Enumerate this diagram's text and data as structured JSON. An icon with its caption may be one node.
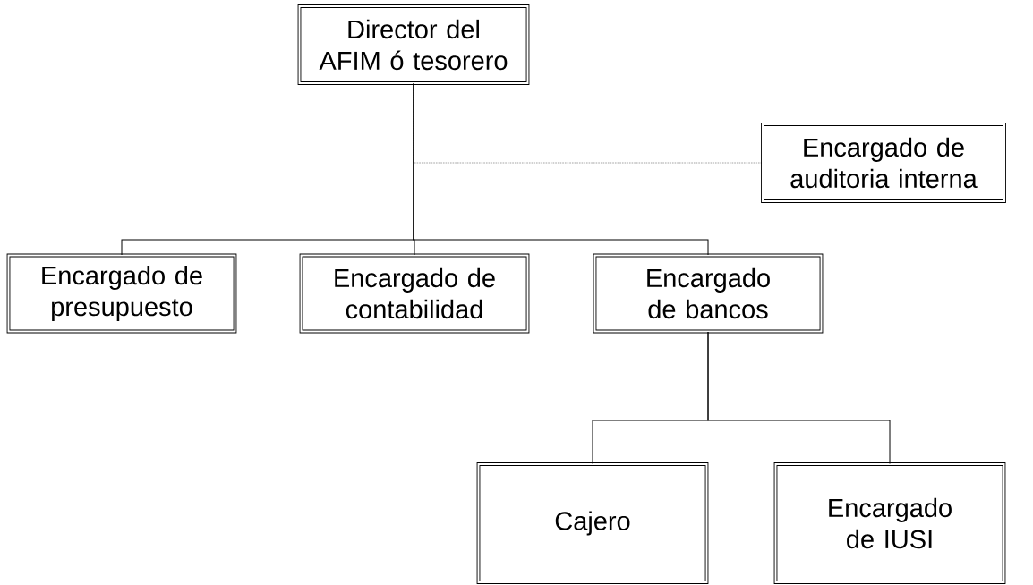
{
  "diagram": {
    "nodes": [
      {
        "text": [
          "Director del AFIM ó tesorero"
        ]
      },
      {
        "text": [
          "Encargado de auditoria interna"
        ]
      },
      {
        "text": [
          "Encargado de presupuesto"
        ]
      },
      {
        "text": [
          "Encargado de contabilidad"
        ]
      },
      {
        "text": [
          "Encargado de bancos"
        ]
      },
      {
        "text": [
          "Cajero"
        ]
      },
      {
        "text": [
          "Encargado de IUSI"
        ]
      }
    ],
    "edges": [
      {
        "from": 0,
        "to": 1,
        "arrow": "none",
        "style": "dashed"
      },
      {
        "from": 0,
        "to": 2,
        "arrow": "none"
      },
      {
        "from": 0,
        "to": 3,
        "arrow": "none"
      },
      {
        "from": 0,
        "to": 4,
        "arrow": "none"
      },
      {
        "from": 4,
        "to": 5,
        "arrow": "none"
      },
      {
        "from": 4,
        "to": 6,
        "arrow": "none"
      }
    ]
  }
}
